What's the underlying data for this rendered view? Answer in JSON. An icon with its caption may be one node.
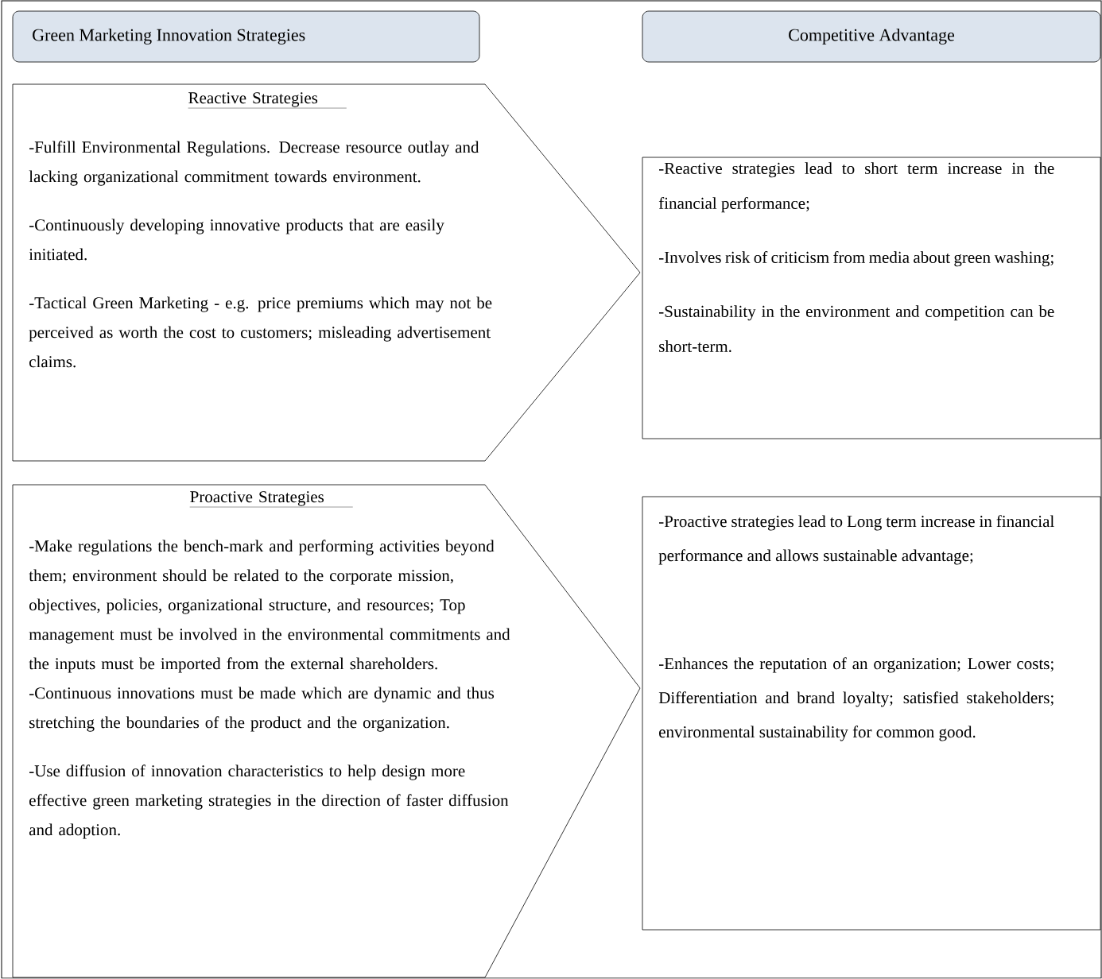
{
  "diagram": {
    "nodes": [
      {
        "text": [
          "Green Marketing Innovation Strategies"
        ]
      },
      {
        "text": [
          "Competitive Advantage"
        ]
      },
      {
        "text": [
          "Reactive Strategies",
          "-Fulfill Environmental Regulations. Decrease resource outlay and lacking organizational commitment towards environment.",
          "-Continuously developing innovative products that are easily initiated.",
          "-Tactical Green Marketing - e.g. price premiums which may not be perceived as worth the cost to customers; misleading advertisement claims."
        ]
      },
      {
        "text": [
          "-Reactive strategies lead to short term increase in the financial performance;",
          "-Involves risk of criticism from media about green washing;",
          "-Sustainability in the environment and competition can be short-term."
        ]
      },
      {
        "text": [
          "Proactive Strategies",
          "-Make regulations the bench-mark and performing activities beyond them; environment should be related to the corporate mission, objectives, policies, organizational structure, and resources; Top management must be involved in the environmental commitments and the inputs must be imported from the external shareholders.",
          "-Continuous innovations must be made which are dynamic and thus stretching the boundaries of the product and the organization.",
          "-Use diffusion of innovation characteristics to help design more effective green marketing strategies in the direction of faster diffusion and adoption."
        ]
      },
      {
        "text": [
          "-Proactive strategies lead to Long term increase in financial performance and allows sustainable advantage;",
          "-Enhances the reputation of an organization; Lower costs; Differentiation and brand loyalty; satisfied stakeholders; environmental sustainability for common good."
        ]
      }
    ]
  }
}
